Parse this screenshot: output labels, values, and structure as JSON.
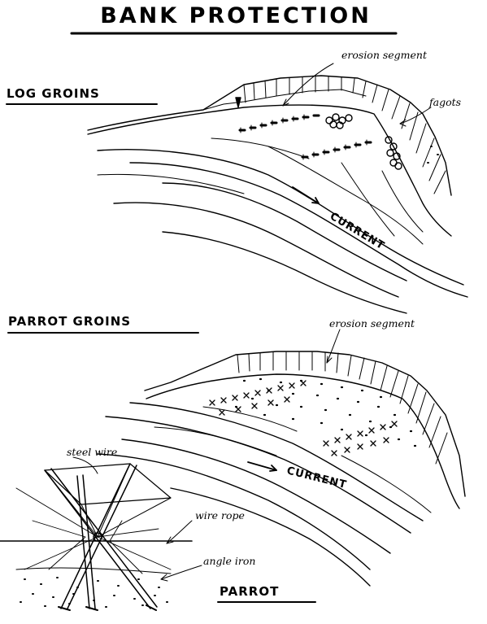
{
  "title": "BANK PROTECTION",
  "section1": {
    "heading": "LOG GROINS",
    "erosion_label": "erosion segment",
    "fagots_label": "fagots",
    "current_label": "CURRENT"
  },
  "section2": {
    "heading": "PARROT GROINS",
    "erosion_label": "erosion segment",
    "current_label": "CURRENT"
  },
  "parrot": {
    "caption": "PARROT",
    "steel_wire_label": "steel wire",
    "wire_rope_label": "wire rope",
    "angle_iron_label": "angle iron"
  }
}
